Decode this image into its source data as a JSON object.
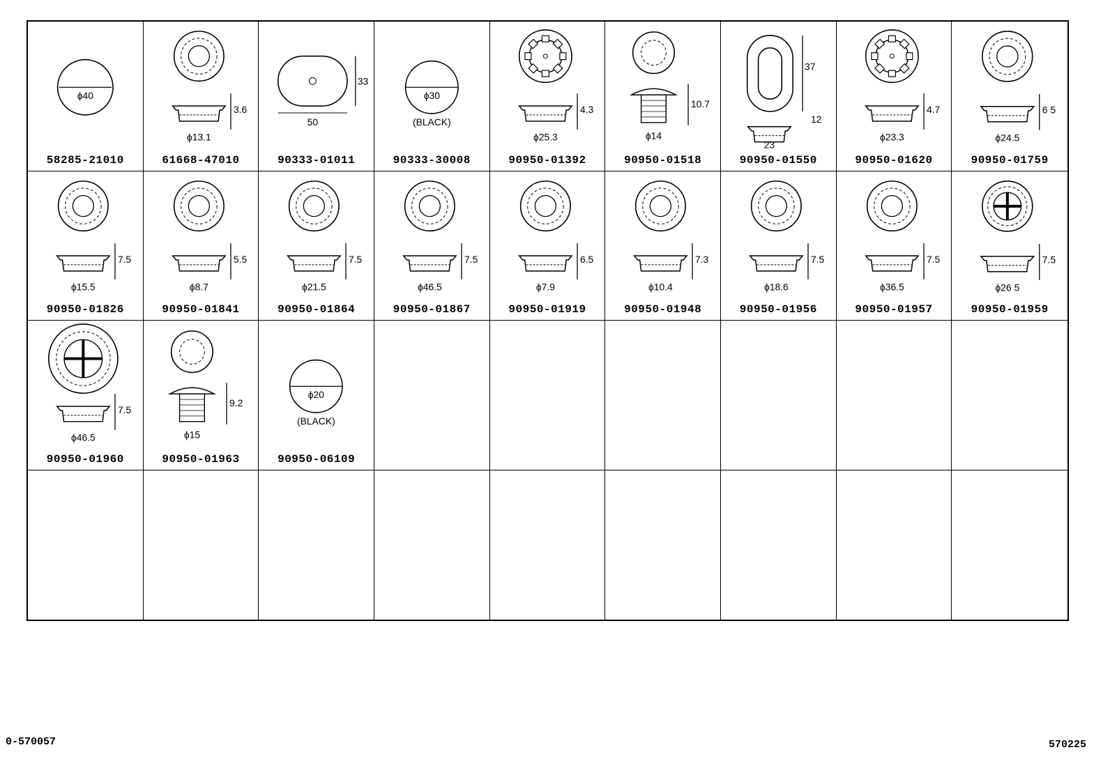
{
  "parts": [
    {
      "pn": "58285-21010",
      "type": "disc",
      "dims": {
        "dia": "ϕ40"
      }
    },
    {
      "pn": "61668-47010",
      "type": "plug",
      "dims": {
        "dia": "ϕ13.1",
        "h": "3.6"
      }
    },
    {
      "pn": "90333-01011",
      "type": "oval-flat",
      "dims": {
        "w": "50",
        "h": "33"
      }
    },
    {
      "pn": "90333-30008",
      "type": "disc",
      "dims": {
        "dia": "ϕ30",
        "note": "(BLACK)"
      }
    },
    {
      "pn": "90950-01392",
      "type": "gear-plug",
      "dims": {
        "dia": "ϕ25.3",
        "h": "4.3"
      }
    },
    {
      "pn": "90950-01518",
      "type": "mushroom",
      "dims": {
        "dia": "ϕ14",
        "h": "10.7"
      }
    },
    {
      "pn": "90950-01550",
      "type": "oval-plug",
      "dims": {
        "dia": "23",
        "h": "12",
        "len": "37"
      }
    },
    {
      "pn": "90950-01620",
      "type": "gear-plug",
      "dims": {
        "dia": "ϕ23.3",
        "h": "4.7"
      }
    },
    {
      "pn": "90950-01759",
      "type": "plug",
      "dims": {
        "dia": "ϕ24.5",
        "h": "6 5"
      }
    },
    {
      "pn": "90950-01826",
      "type": "plug",
      "dims": {
        "dia": "ϕ15.5",
        "h": "7.5"
      }
    },
    {
      "pn": "90950-01841",
      "type": "plug",
      "dims": {
        "dia": "ϕ8.7",
        "h": "5.5"
      }
    },
    {
      "pn": "90950-01864",
      "type": "plug",
      "dims": {
        "dia": "ϕ21.5",
        "h": "7.5"
      }
    },
    {
      "pn": "90950-01867",
      "type": "plug",
      "dims": {
        "dia": "ϕ46.5",
        "h": "7.5"
      }
    },
    {
      "pn": "90950-01919",
      "type": "plug",
      "dims": {
        "dia": "ϕ7.9",
        "h": "6.5"
      }
    },
    {
      "pn": "90950-01948",
      "type": "plug",
      "dims": {
        "dia": "ϕ10.4",
        "h": "7.3"
      }
    },
    {
      "pn": "90950-01956",
      "type": "plug",
      "dims": {
        "dia": "ϕ18.6",
        "h": "7.5"
      }
    },
    {
      "pn": "90950-01957",
      "type": "plug",
      "dims": {
        "dia": "ϕ36.5",
        "h": "7.5"
      }
    },
    {
      "pn": "90950-01959",
      "type": "cross-plug",
      "dims": {
        "dia": "ϕ26 5",
        "h": "7.5"
      }
    },
    {
      "pn": "90950-01960",
      "type": "cross-plug",
      "dims": {
        "dia": "ϕ46.5",
        "h": "7.5"
      }
    },
    {
      "pn": "90950-01963",
      "type": "mushroom",
      "dims": {
        "dia": "ϕ15",
        "h": "9.2"
      }
    },
    {
      "pn": "90950-06109",
      "type": "disc",
      "dims": {
        "dia": "ϕ20",
        "note": "(BLACK)"
      }
    }
  ],
  "footer": {
    "left": "0-570057",
    "right": "570225"
  }
}
